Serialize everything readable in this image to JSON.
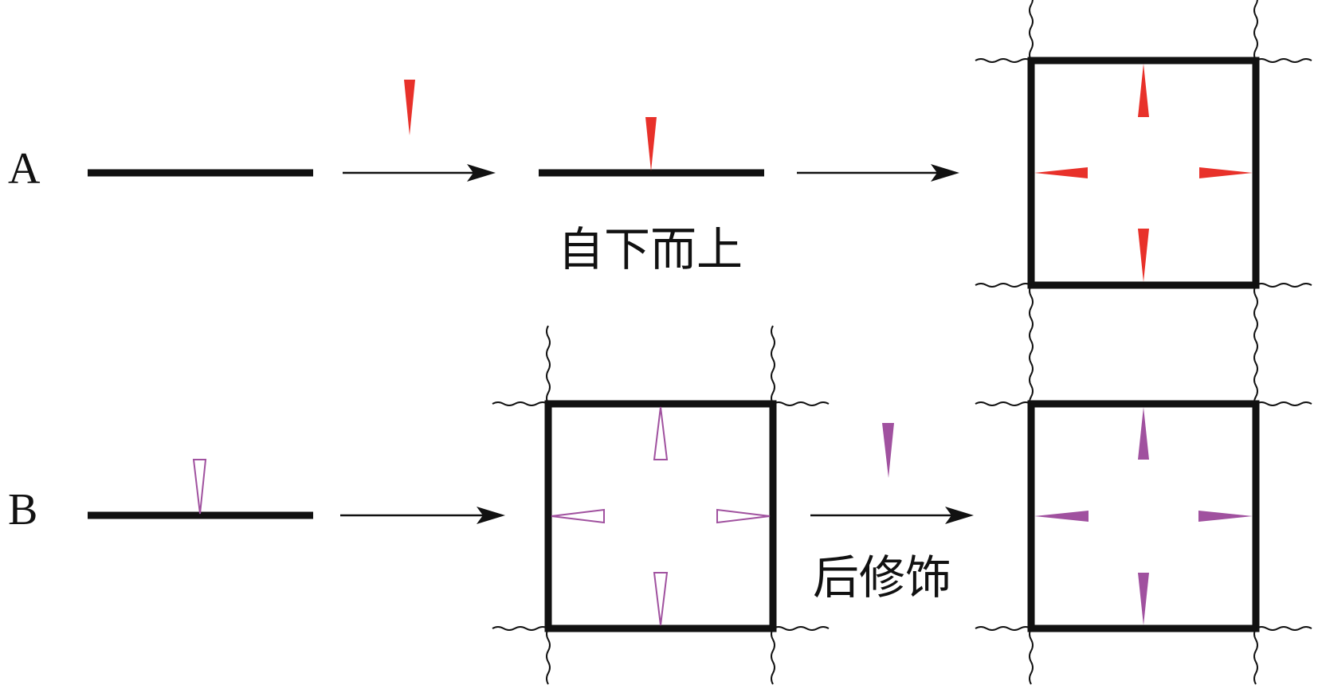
{
  "row_a": {
    "label": "A",
    "step_label": "自下而上"
  },
  "row_b": {
    "label": "B",
    "step_label": "后修饰"
  },
  "colors": {
    "line": "#111111",
    "wedge_red": "#e8312a",
    "wedge_purple_fill": "#a0519f",
    "wedge_purple_outline": "#a0519f",
    "background": "#ffffff"
  }
}
